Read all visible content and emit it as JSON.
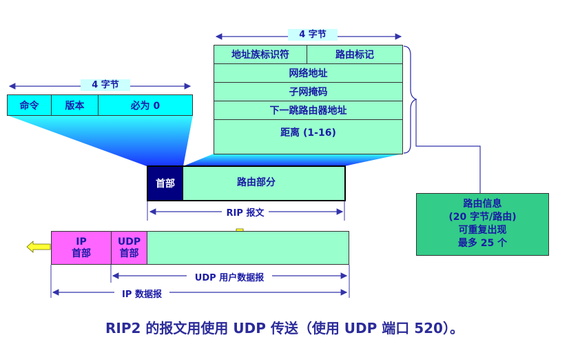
{
  "header_dim": {
    "label": "4 字节"
  },
  "rip_header_fields": [
    "命令",
    "版本",
    "必为 0"
  ],
  "route_dim": {
    "label": "4 字节"
  },
  "route_entry_fields": [
    "地址族标识符",
    "路由标记",
    "网络地址",
    "子网掩码",
    "下一跳路由器地址",
    "距离 (1-16)"
  ],
  "rip_message": {
    "header_label": "首部",
    "route_part_label": "路由部分",
    "span_label": "RIP 报文"
  },
  "udp_datagram": {
    "ip_header_label": "IP\n首部",
    "udp_header_label": "UDP\n首部",
    "span_label": "UDP 用户数据报"
  },
  "ip_datagram": {
    "span_label": "IP 数据报"
  },
  "route_info_box": {
    "lines": [
      "路由信息",
      "(20 字节/路由)",
      "可重复出现",
      "最多 25 个"
    ]
  },
  "caption": "RIP2 的报文用使用 UDP 传送（使用 UDP 端口 520）。",
  "colors": {
    "cyan": "#00ffff",
    "mint": "#99ffcc",
    "magenta": "#ff66ff",
    "navy": "#000080",
    "blue_text": "#1a1aa6",
    "green_box": "#33cc88",
    "arrow_yellow": "#ffff33"
  }
}
